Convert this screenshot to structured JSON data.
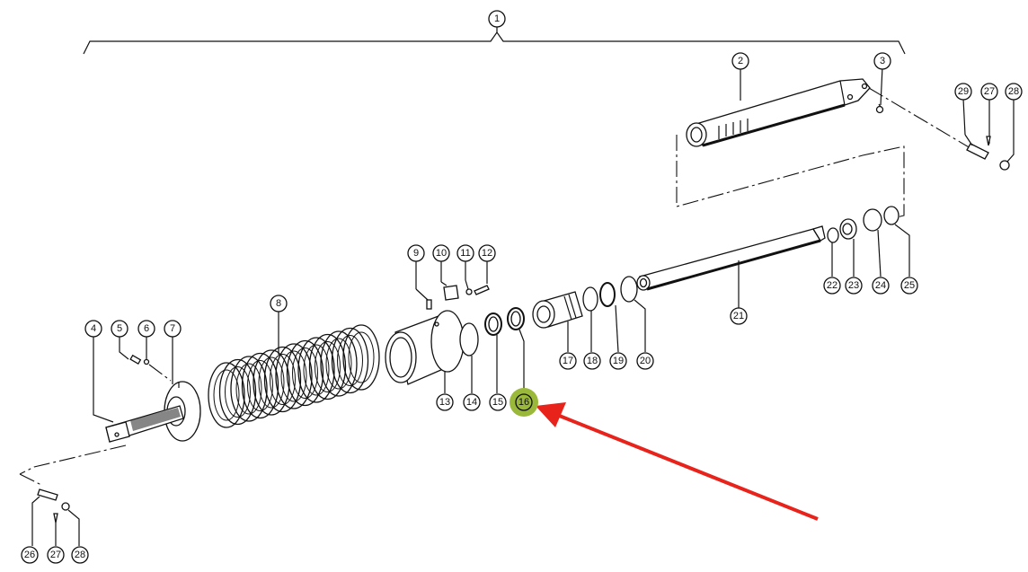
{
  "diagram": {
    "title": "Exploded parts view — tensioner / spring cylinder assembly",
    "assembly_label": "1",
    "highlight": {
      "part": "16",
      "color": "#9ab83a"
    },
    "pointer_arrow_color": "#e8231c",
    "callouts": [
      {
        "id": "1",
        "part": "assembly"
      },
      {
        "id": "2",
        "part": "cylinder-tube"
      },
      {
        "id": "3",
        "part": "grease-nipple"
      },
      {
        "id": "4",
        "part": "threaded-rod"
      },
      {
        "id": "5",
        "part": "spring"
      },
      {
        "id": "6",
        "part": "ball"
      },
      {
        "id": "7",
        "part": "adjusting-nut"
      },
      {
        "id": "8",
        "part": "compression-spring"
      },
      {
        "id": "9",
        "part": "set-screw"
      },
      {
        "id": "10",
        "part": "clip"
      },
      {
        "id": "11",
        "part": "washer"
      },
      {
        "id": "12",
        "part": "bolt"
      },
      {
        "id": "13",
        "part": "flange-sleeve"
      },
      {
        "id": "14",
        "part": "o-ring"
      },
      {
        "id": "15",
        "part": "seal"
      },
      {
        "id": "16",
        "part": "seal-ring"
      },
      {
        "id": "17",
        "part": "guide-bushing"
      },
      {
        "id": "18",
        "part": "o-ring"
      },
      {
        "id": "19",
        "part": "back-up-ring"
      },
      {
        "id": "20",
        "part": "o-ring"
      },
      {
        "id": "21",
        "part": "piston-rod"
      },
      {
        "id": "22",
        "part": "o-ring"
      },
      {
        "id": "23",
        "part": "piston-seal"
      },
      {
        "id": "24",
        "part": "guide-ring"
      },
      {
        "id": "25",
        "part": "circlip"
      },
      {
        "id": "26",
        "part": "pin"
      },
      {
        "id": "27",
        "part": "cotter-pin"
      },
      {
        "id": "28",
        "part": "washer"
      },
      {
        "id": "29",
        "part": "pin"
      }
    ],
    "labels": {
      "l1": "1",
      "l2": "2",
      "l3": "3",
      "l4": "4",
      "l5": "5",
      "l6": "6",
      "l7": "7",
      "l8": "8",
      "l9": "9",
      "l10": "10",
      "l11": "11",
      "l12": "12",
      "l13": "13",
      "l14": "14",
      "l15": "15",
      "l16": "16",
      "l17": "17",
      "l18": "18",
      "l19": "19",
      "l20": "20",
      "l21": "21",
      "l22": "22",
      "l23": "23",
      "l24": "24",
      "l25": "25",
      "l26": "26",
      "l27a": "27",
      "l28a": "28",
      "l29": "29",
      "l27b": "27",
      "l28b": "28"
    }
  }
}
